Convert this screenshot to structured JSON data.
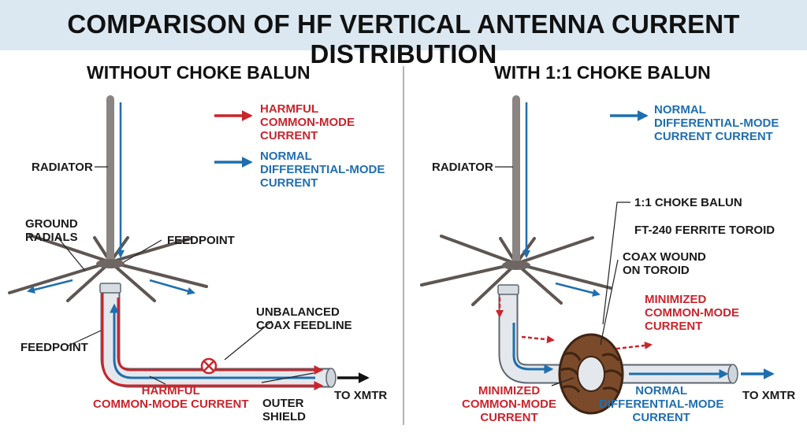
{
  "title": "COMPARISON OF HF VERTICAL ANTENNA CURRENT DISTRIBUTION",
  "colors": {
    "harmful": "#c8262d",
    "normal": "#1f6fae",
    "header_bg": "#dce8f1",
    "coax": "#e4e8ec",
    "toroid": "#7a4a2a",
    "radiator": "#8a8582"
  },
  "left": {
    "heading": "WITHOUT CHOKE BALUN",
    "legend_harmful": [
      "HARMFUL",
      "COMMON-MODE",
      "CURRENT"
    ],
    "legend_normal": [
      "NORMAL",
      "DIFFERENTIAL-MODE",
      "CURRENT"
    ],
    "radiator": "RADIATOR",
    "ground_radials": [
      "GROUND",
      "RADIALS"
    ],
    "feedpoint_top": "FEEDPOINT",
    "feedpoint_left": "FEEDPOINT",
    "unbalanced": [
      "UNBALANCED",
      "COAX FEEDLINE"
    ],
    "harmful_bottom": [
      "HARMFUL",
      "COMMON-MODE CURRENT"
    ],
    "outer_shield": [
      "OUTER",
      "SHIELD"
    ],
    "to_xmtr": "TO XMTR"
  },
  "right": {
    "heading": "WITH 1:1 CHOKE BALUN",
    "legend_normal": [
      "NORMAL",
      "DIFFERENTIAL-MODE",
      "CURRENT CURRENT"
    ],
    "radiator": "RADIATOR",
    "choke": "1:1 CHOKE BALUN",
    "toroid": "FT-240 FERRITE TOROID",
    "coax_wound": [
      "COAX WOUND",
      "ON TOROID"
    ],
    "minimized_right": [
      "MINIMIZED",
      "COMMON-MODE",
      "CURRENT"
    ],
    "minimized_bottom": [
      "MINIMIZED",
      "COMMON-MODE",
      "CURRENT"
    ],
    "normal_bottom": [
      "NORMAL",
      "DIFFERENTIAL-MODE",
      "CURRENT"
    ],
    "to_xmtr": "TO XMTR"
  }
}
